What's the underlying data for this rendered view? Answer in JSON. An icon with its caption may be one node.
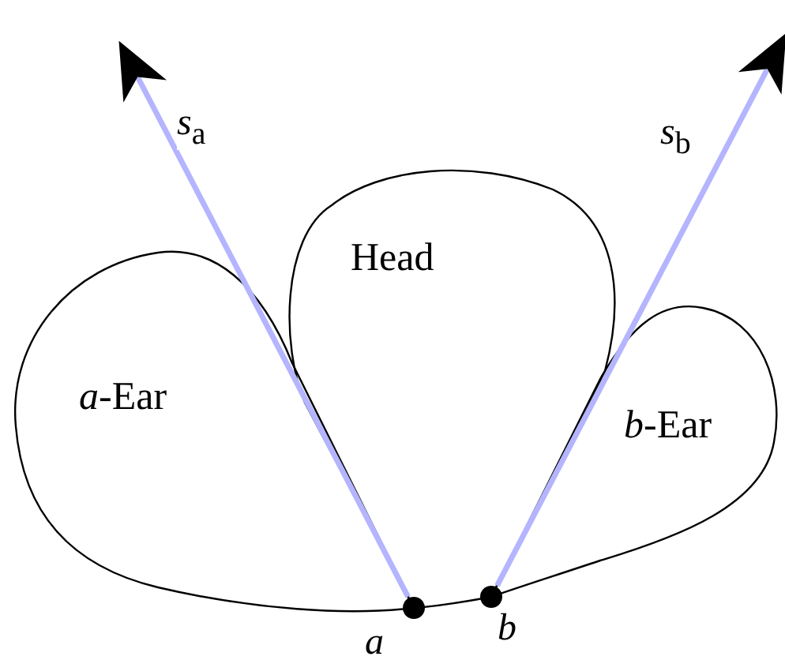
{
  "diagram": {
    "nodes": [
      {
        "text": [
          "*a*-Ear"
        ]
      },
      {
        "text": [
          "Head"
        ]
      },
      {
        "text": [
          "*b*-Ear"
        ]
      },
      {
        "text": [],
        "shape": "circle",
        "beside": [
          "*a*"
        ]
      },
      {
        "text": [],
        "shape": "circle",
        "beside": [
          "*b*"
        ]
      }
    ],
    "edges": [
      {
        "from": 3,
        "to": null,
        "arrow": "to",
        "label": "*s*$_{a}$"
      },
      {
        "from": 4,
        "to": null,
        "arrow": "to",
        "label": "*s*$_{b}$"
      }
    ]
  }
}
